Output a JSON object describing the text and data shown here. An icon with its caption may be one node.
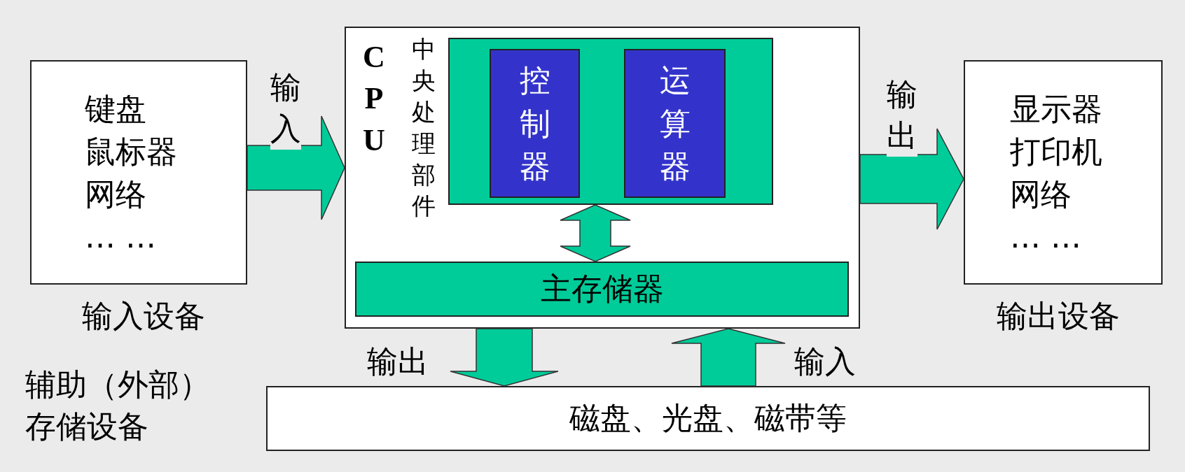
{
  "diagram": {
    "nodes": [
      {
        "text": [
          "键盘",
          "鼠标器",
          "网络",
          "… …"
        ],
        "beside": [
          "输入设备"
        ]
      },
      {
        "text": [
          "CPU",
          "中央处理部件"
        ]
      },
      {
        "text": [],
        "shape": "box",
        "in": 1
      },
      {
        "text": [
          "控制器"
        ],
        "in": 2
      },
      {
        "text": [
          "运算器"
        ],
        "in": 2
      },
      {
        "text": [
          "主存储器"
        ],
        "in": 1
      },
      {
        "text": [
          "显示器",
          "打印机",
          "网络",
          "… …"
        ],
        "beside": [
          "输出设备"
        ]
      },
      {
        "text": [
          "磁盘、光盘、磁带等"
        ],
        "beside": [
          "辅助（外部）存储设备"
        ]
      }
    ],
    "edges": [
      {
        "from": 0,
        "to": 1,
        "arrow": "to",
        "label": "输入"
      },
      {
        "from": 1,
        "to": 6,
        "arrow": "to",
        "label": "输出"
      },
      {
        "from": 2,
        "to": 5,
        "arrow": "both"
      },
      {
        "from": 1,
        "to": 7,
        "arrow": "to",
        "label": "输出"
      },
      {
        "from": 7,
        "to": 1,
        "arrow": "to",
        "label": "输入"
      }
    ]
  }
}
